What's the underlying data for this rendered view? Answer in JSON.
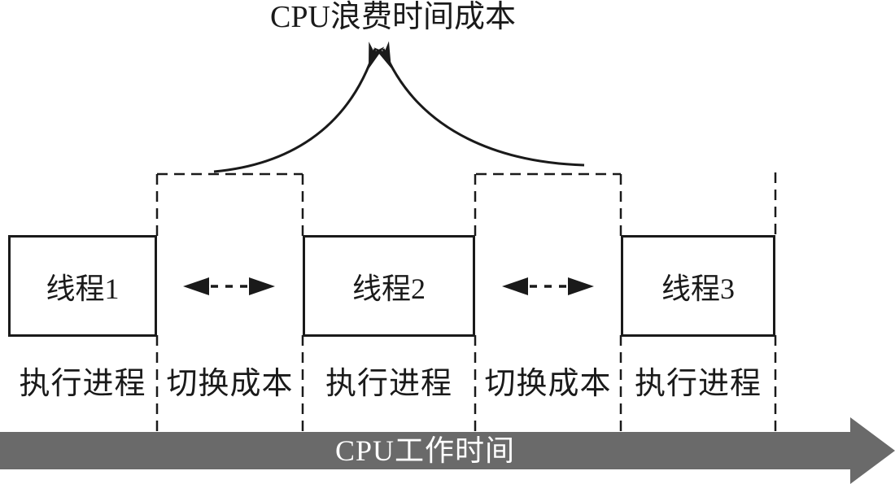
{
  "title": "CPU浪费时间成本",
  "threads": [
    {
      "label": "线程1"
    },
    {
      "label": "线程2"
    },
    {
      "label": "线程3"
    }
  ],
  "segments": [
    {
      "label": "执行进程"
    },
    {
      "label": "切换成本"
    },
    {
      "label": "执行进程"
    },
    {
      "label": "切换成本"
    },
    {
      "label": "执行进程"
    }
  ],
  "timeline": {
    "label": "CPU工作时间"
  },
  "icons": {
    "waste_cost_arrow": "curved-converging-up-arrow",
    "switch_cost_arrow": "double-headed-dashed-horizontal-arrow",
    "timeline_arrow": "solid-right-arrow"
  },
  "colors": {
    "line": "#1a1a1a",
    "timeline_arrow_fill": "#6a6a6a",
    "timeline_text": "#ffffff",
    "background": "#ffffff"
  }
}
